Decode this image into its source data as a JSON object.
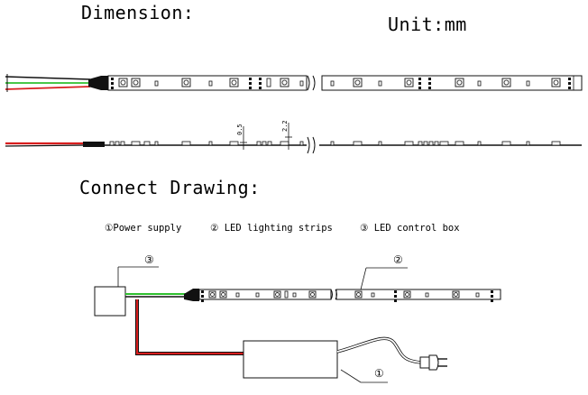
{
  "headings": {
    "dimension": "Dimension:",
    "unit": "Unit:mm",
    "connect": "Connect Drawing:"
  },
  "legend": {
    "item1": "①Power supply",
    "item2": "② LED lighting strips",
    "item3": "③ LED control box"
  },
  "dimension_labels": {
    "d1": "0.5",
    "d2": "2.2"
  },
  "callouts": {
    "control_box": "③",
    "strip": "②",
    "power_supply": "①"
  },
  "colors": {
    "wire_red": "#d81e1e",
    "wire_green": "#2fbf2f",
    "wire_black": "#111111"
  }
}
